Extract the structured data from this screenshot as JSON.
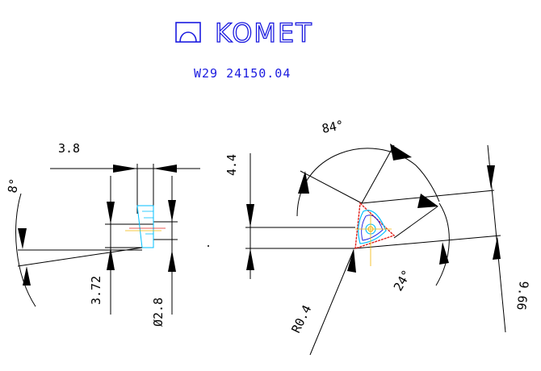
{
  "header": {
    "brand_name": "KOMET",
    "part_number": "W29 24150.04"
  },
  "dimensions": {
    "side_angle": "8°",
    "width": "3.8",
    "height": "3.72",
    "bore_diameter": "Ø2.8",
    "offset": "4.4",
    "included_angle": "84°",
    "clearance_angle": "24°",
    "corner_radius": "R0.4",
    "inscribed_size": "9.66"
  },
  "colors": {
    "brand": "#1a1adf",
    "line": "#000000",
    "insert_cyan": "#00bfff",
    "insert_red": "#e0201a",
    "insert_yellow": "#f2b400"
  }
}
